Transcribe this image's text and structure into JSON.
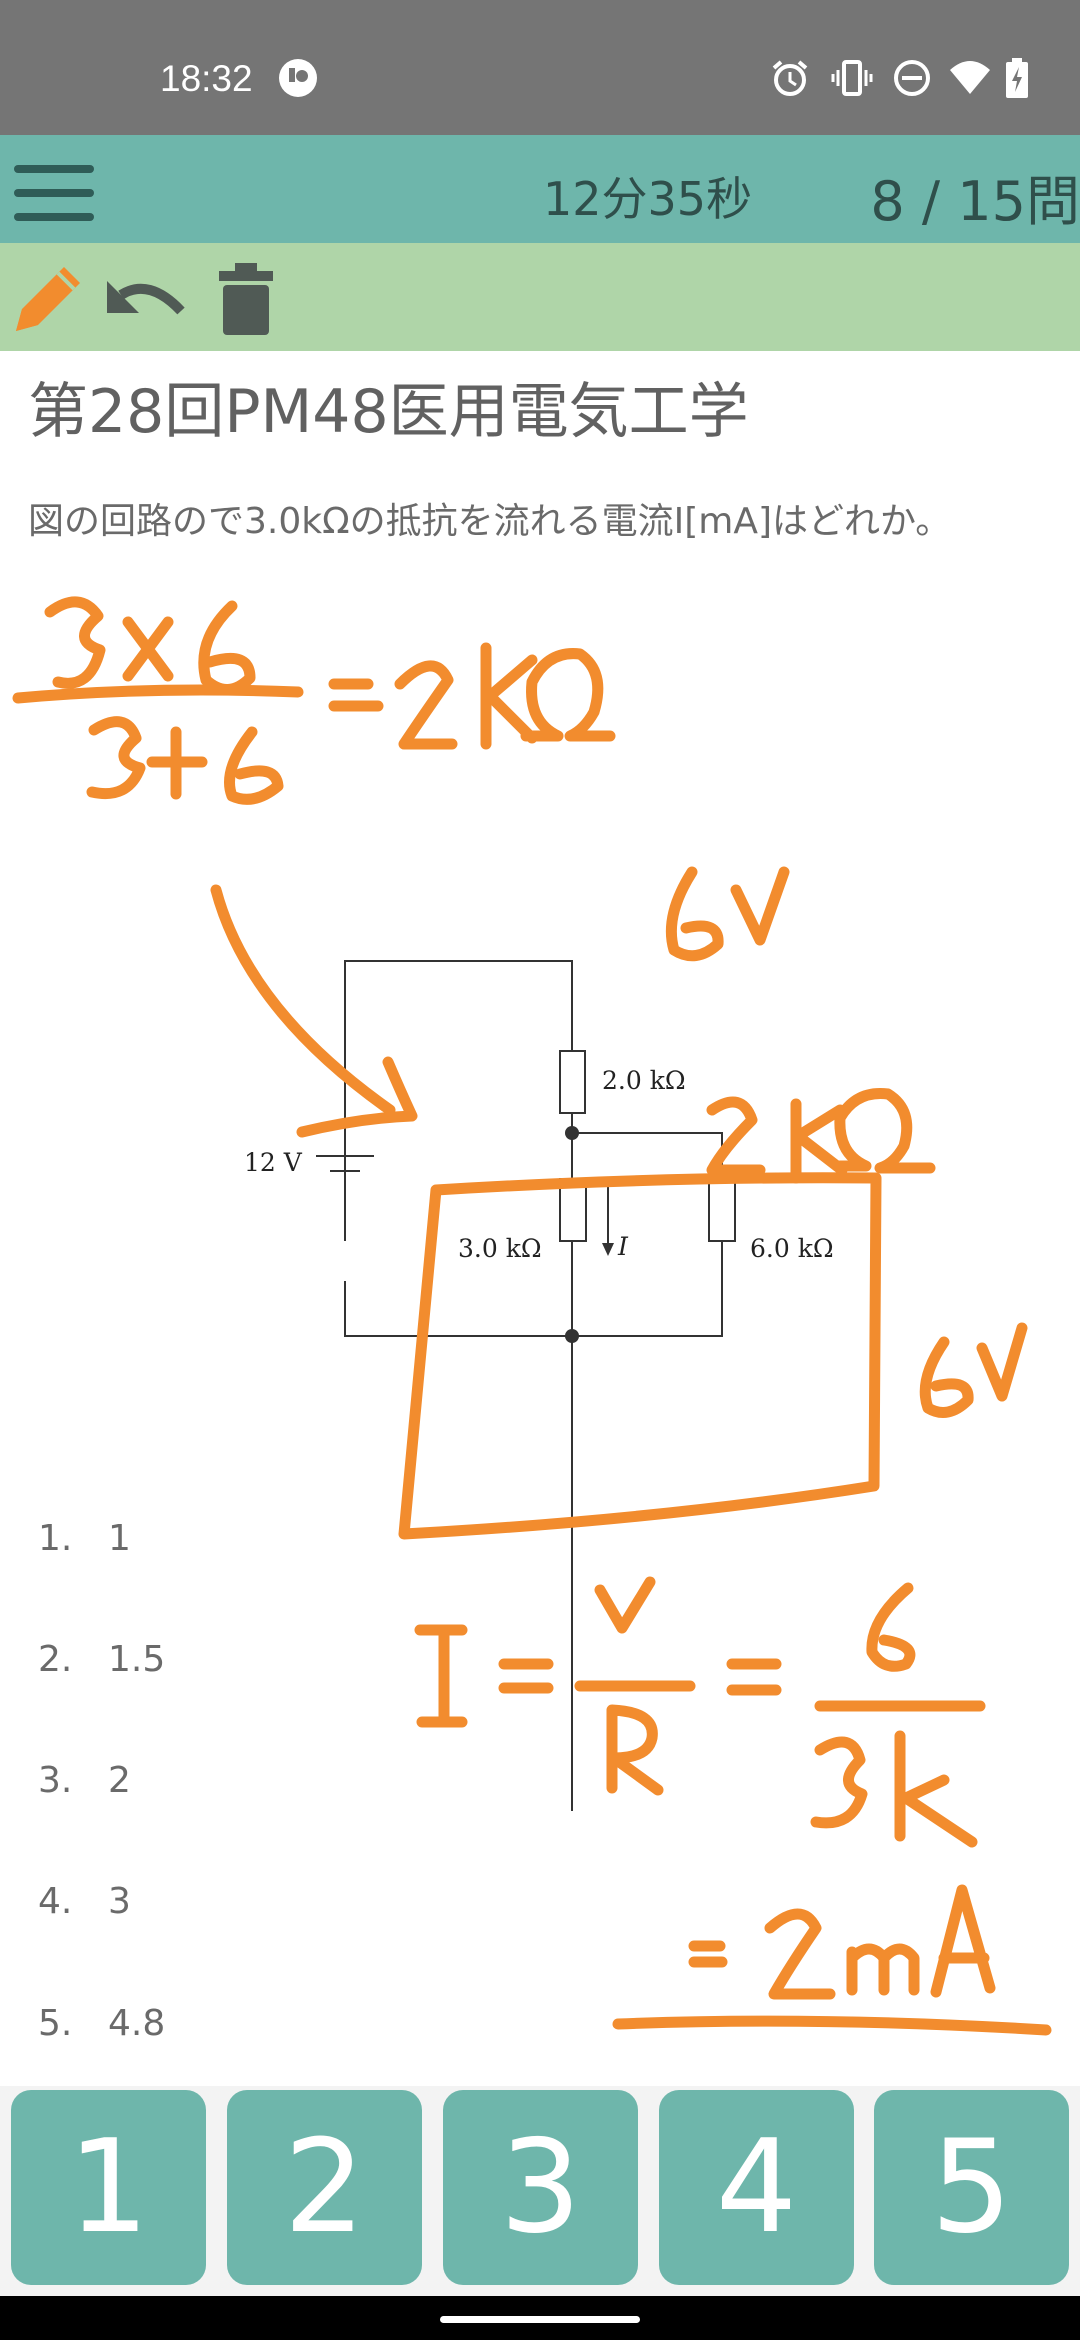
{
  "status_bar": {
    "time": "18:32",
    "icons": [
      "app-notification-icon",
      "alarm-icon",
      "vibrate-icon",
      "do-not-disturb-icon",
      "wifi-icon",
      "battery-charging-icon"
    ]
  },
  "header": {
    "timer": "12分35秒",
    "question_count": "8 / 15問"
  },
  "toolbar": {
    "tools": [
      "pencil-icon",
      "undo-icon",
      "trash-icon"
    ],
    "pencil_color": "#f28c2e"
  },
  "question": {
    "title": "第28回PM48医用電気工学",
    "text": "図の回路ので3.0kΩの抵抗を流れる電流I[mA]はどれか。"
  },
  "circuit": {
    "battery": "12 V",
    "r1": "2.0 kΩ",
    "r2": "3.0 kΩ",
    "r3": "6.0 kΩ",
    "current": "I"
  },
  "choices": [
    {
      "num": "1.",
      "value": "1"
    },
    {
      "num": "2.",
      "value": "1.5"
    },
    {
      "num": "3.",
      "value": "2"
    },
    {
      "num": "4.",
      "value": "3"
    },
    {
      "num": "5.",
      "value": "4.8"
    }
  ],
  "answer_buttons": [
    "1",
    "2",
    "3",
    "4",
    "5"
  ],
  "colors": {
    "header": "#6eb6ab",
    "toolbar": "#afd5a8",
    "ink": "#f28c2e",
    "status_bar": "#757575"
  }
}
